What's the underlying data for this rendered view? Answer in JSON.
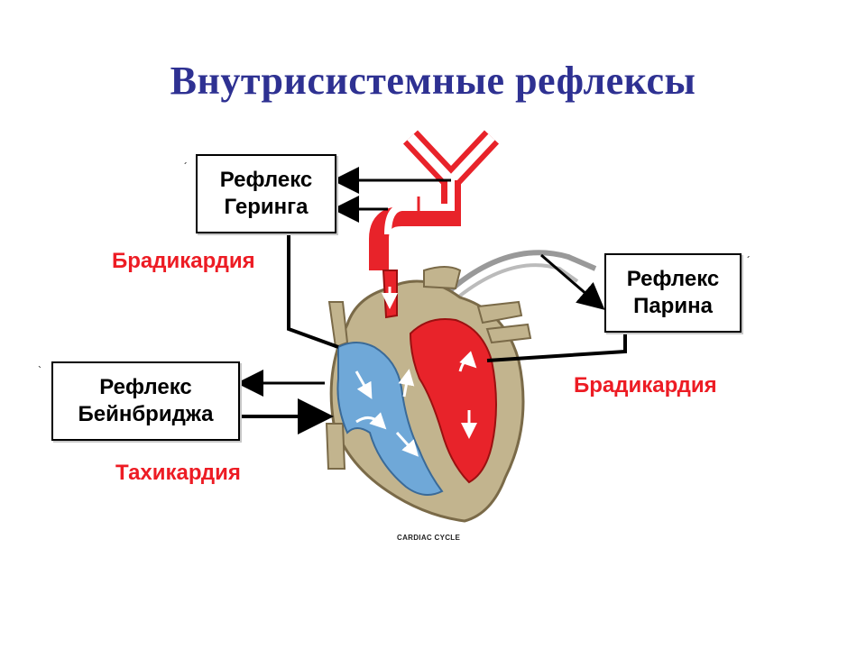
{
  "title": "Внутрисистемные рефлексы",
  "reflexes": {
    "gering": {
      "line1": "Рефлекс",
      "line2": "Геринга",
      "effect": "Брадикардия"
    },
    "parin": {
      "line1": "Рефлекс",
      "line2": "Парина",
      "effect": "Брадикардия"
    },
    "bainbridge": {
      "line1": "Рефлекс",
      "line2": "Бейнбриджа",
      "effect": "Тахикардия"
    }
  },
  "caption": "CARDIAC CYCLE",
  "ticks": {
    "gering": "´",
    "parin": "´",
    "bainbridge": "`"
  },
  "colors": {
    "title": "#2e3192",
    "effect": "#ed1c24",
    "arterial": "#e8232a",
    "venous": "#6fa8d8",
    "tissue": "#c2b48e",
    "nerve": "#999999"
  }
}
